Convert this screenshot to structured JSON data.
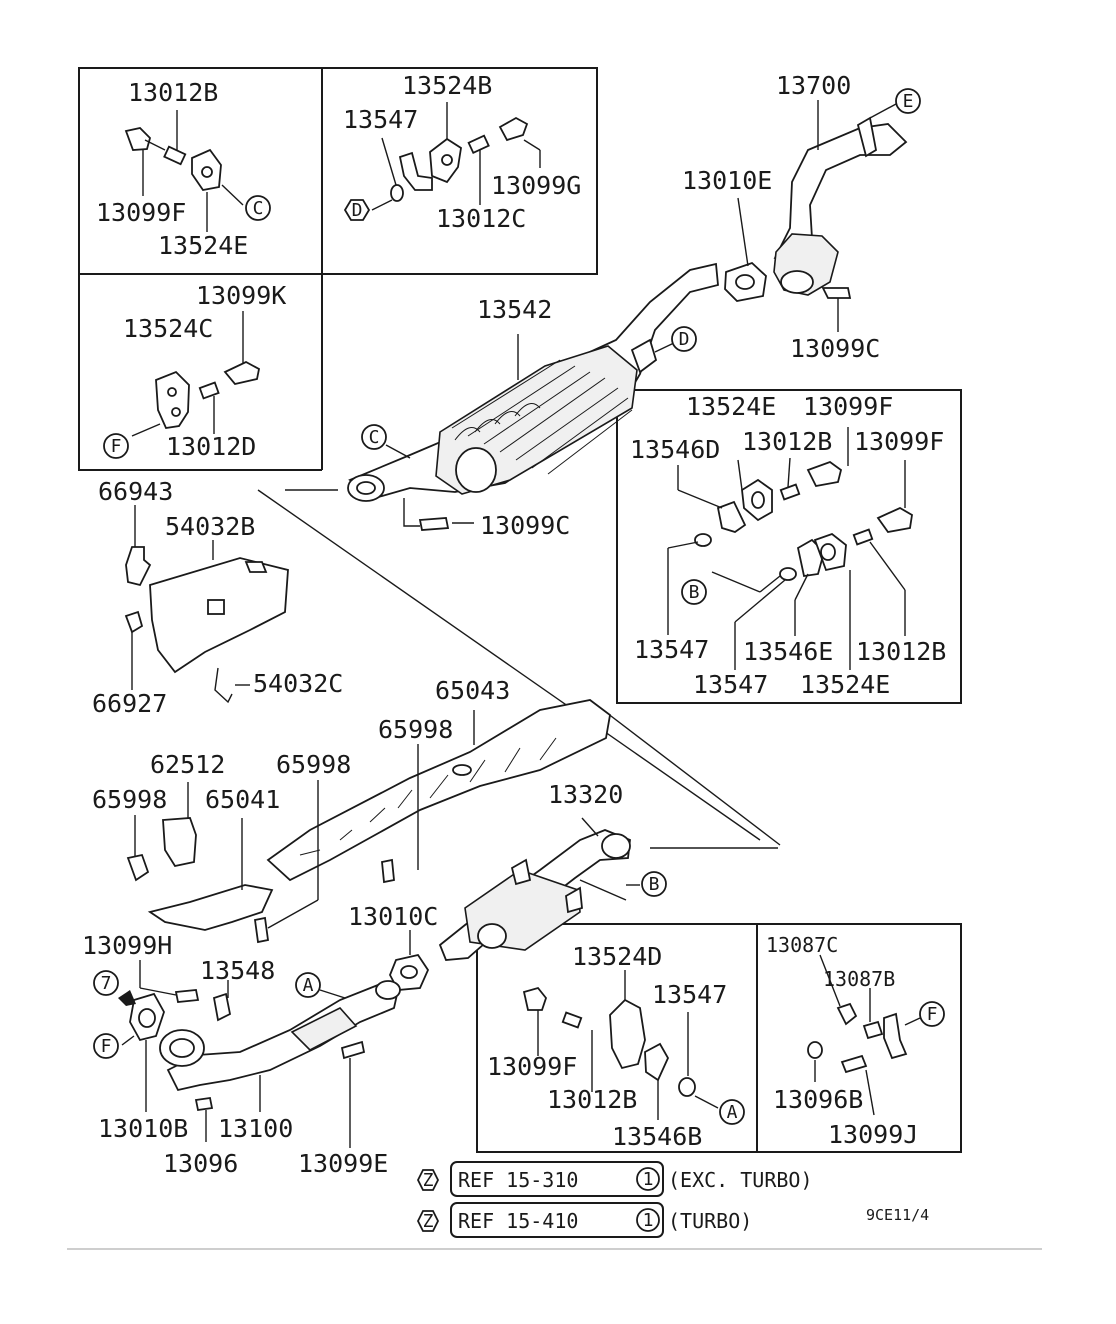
{
  "labels": {
    "p13012B_a": "13012B",
    "p13099F_a": "13099F",
    "p13524E_a": "13524E",
    "p13524B": "13524B",
    "p13547_a": "13547",
    "p13099G": "13099G",
    "p13012C": "13012C",
    "p13700": "13700",
    "p13010E": "13010E",
    "p13099C_a": "13099C",
    "p13099K": "13099K",
    "p13524C": "13524C",
    "p13012D": "13012D",
    "p13542": "13542",
    "p13099C_b": "13099C",
    "p13524E_b": "13524E",
    "p13099F_b": "13099F",
    "p13546D": "13546D",
    "p13012B_b": "13012B",
    "p13099F_c": "13099F",
    "p13547_b": "13547",
    "p13546E": "13546E",
    "p13012B_c": "13012B",
    "p13547_c": "13547",
    "p13524E_c": "13524E",
    "p66943": "66943",
    "p54032B": "54032B",
    "p66927": "66927",
    "p54032C": "54032C",
    "p65043": "65043",
    "p65998_a": "65998",
    "p62512": "62512",
    "p65998_b": "65998",
    "p65041": "65041",
    "p65998_c": "65998",
    "p13320": "13320",
    "p13010C": "13010C",
    "p13099H": "13099H",
    "p13548": "13548",
    "p13010B": "13010B",
    "p13100": "13100",
    "p13096_a": "13096",
    "p13099E": "13099E",
    "p13524D": "13524D",
    "p13547_d": "13547",
    "p13099F_d": "13099F",
    "p13012B_d": "13012B",
    "p13546B": "13546B",
    "p13087C": "13087C",
    "p13087B": "13087B",
    "p13096B": "13096B",
    "p13099J": "13099J"
  },
  "callouts": {
    "c1": "C",
    "d1": "D",
    "e1": "E",
    "d2": "D",
    "c2": "C",
    "f1": "F",
    "b1": "B",
    "b2": "B",
    "a1": "A",
    "a2": "A",
    "f2": "F",
    "f3": "F",
    "seven": "7",
    "z1": "Z",
    "z2": "Z",
    "one1": "1",
    "one2": "1"
  },
  "references": {
    "ref1": "REF  15-310",
    "ref1_note": "(EXC. TURBO)",
    "ref2": "REF  15-410",
    "ref2_note": "(TURBO)"
  },
  "diagram_code": "9CE11/4",
  "colors": {
    "line": "#1a1a1a",
    "background": "#ffffff"
  }
}
